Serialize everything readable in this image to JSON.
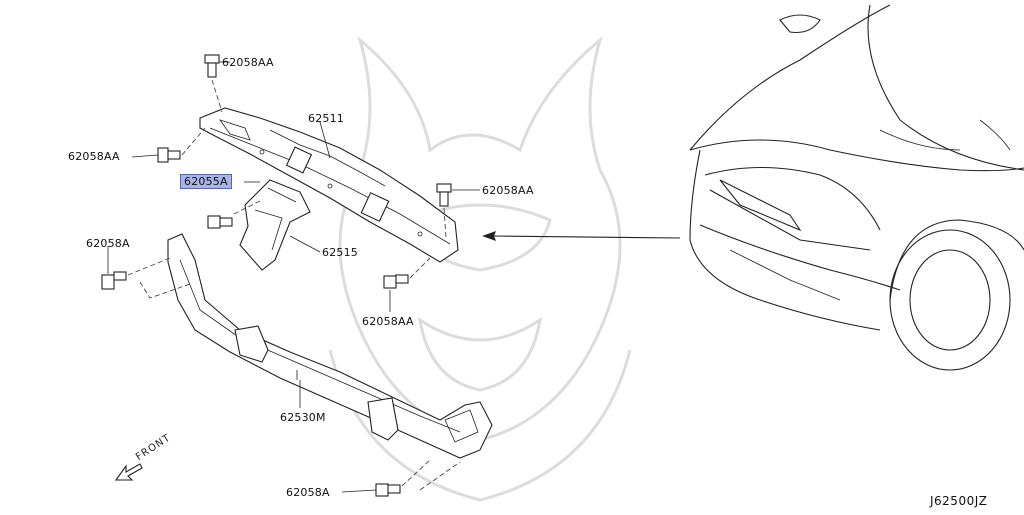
{
  "labels": {
    "bolt_top": "62058AA",
    "bolt_left": "62058AA",
    "bolt_right": "62058AA",
    "bolt_lower_mid": "62058AA",
    "part_upper_support": "62511",
    "part_bracket": "62515",
    "part_highlighted": "62055A",
    "bolt_left_lower": "62058A",
    "part_lower_support": "62530M",
    "bolt_bottom": "62058A",
    "front_marker": "FRONT"
  },
  "diagram_code": "J62500JZ",
  "colors": {
    "highlight_fill": "#a9b3e6",
    "highlight_border": "#5b66b0",
    "line": "#222222"
  }
}
